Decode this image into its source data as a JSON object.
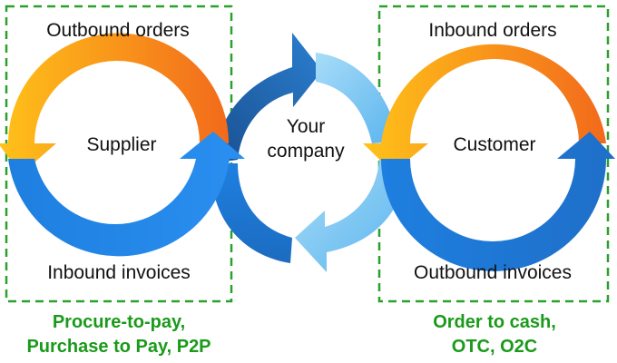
{
  "left": {
    "top_label": "Outbound orders",
    "center_label": "Supplier",
    "bottom_label": "Inbound invoices",
    "caption_line1": "Procure-to-pay,",
    "caption_line2": "Purchase to Pay, P2P"
  },
  "middle": {
    "label_line1": "Your",
    "label_line2": "company"
  },
  "right": {
    "top_label": "Inbound orders",
    "center_label": "Customer",
    "bottom_label": "Outbound invoices",
    "caption_line1": "Order to cash,",
    "caption_line2": "OTC, O2C"
  },
  "colors": {
    "box_border": "#2ca02c",
    "caption": "#1a9a1a",
    "orange_light": "#ffc21a",
    "orange_dark": "#f26a1b",
    "blue_dark": "#1f5fa8",
    "blue_mid": "#1e7fe0",
    "blue_light": "#7fc8f5"
  }
}
